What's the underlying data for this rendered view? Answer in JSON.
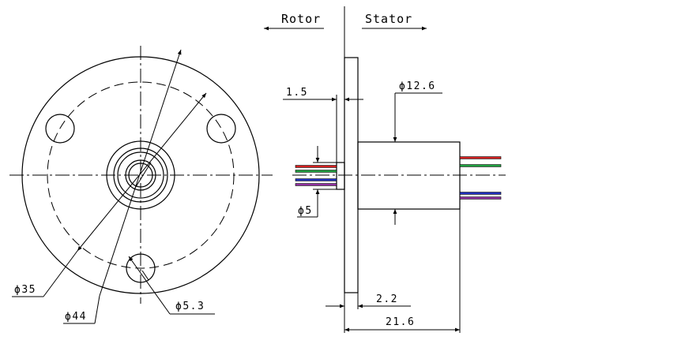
{
  "labels": {
    "rotor": "Rotor",
    "stator": "Stator"
  },
  "dimensions": {
    "d35": "ϕ35",
    "d44": "ϕ44",
    "d5_3": "ϕ5.3",
    "d5": "ϕ5",
    "d12_6": "ϕ12.6",
    "t1_5": "1.5",
    "t2_2": "2.2",
    "l21_6": "21.6"
  },
  "colors": {
    "line": "#000000",
    "wire_red": "#d42020",
    "wire_green": "#20a040",
    "wire_blue": "#2030c0",
    "wire_purple": "#9030a0"
  }
}
